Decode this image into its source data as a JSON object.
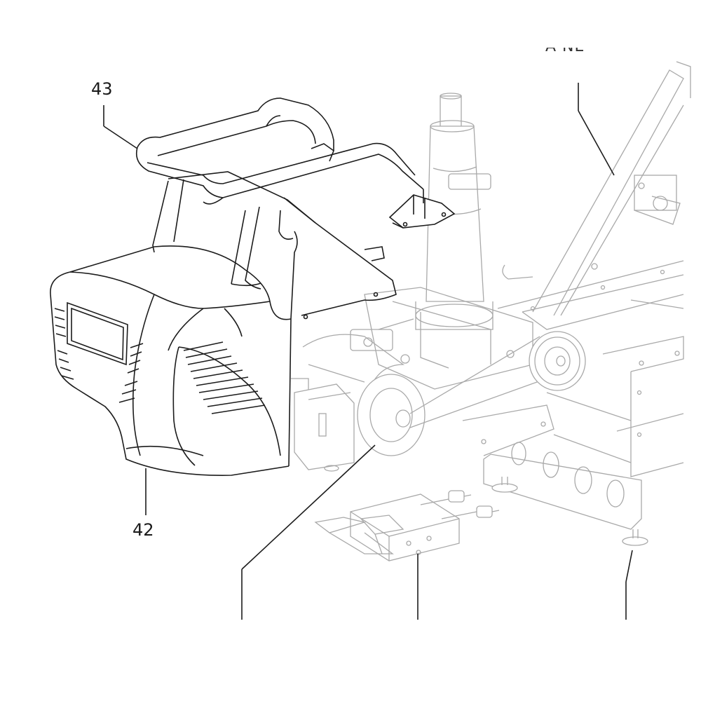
{
  "callouts": {
    "part_43": "43",
    "part_42": "42",
    "cropped_top": "A NE"
  },
  "colors": {
    "ink": "#1c1c1c",
    "ghost": "#a9a9a9",
    "background": "#ffffff"
  }
}
